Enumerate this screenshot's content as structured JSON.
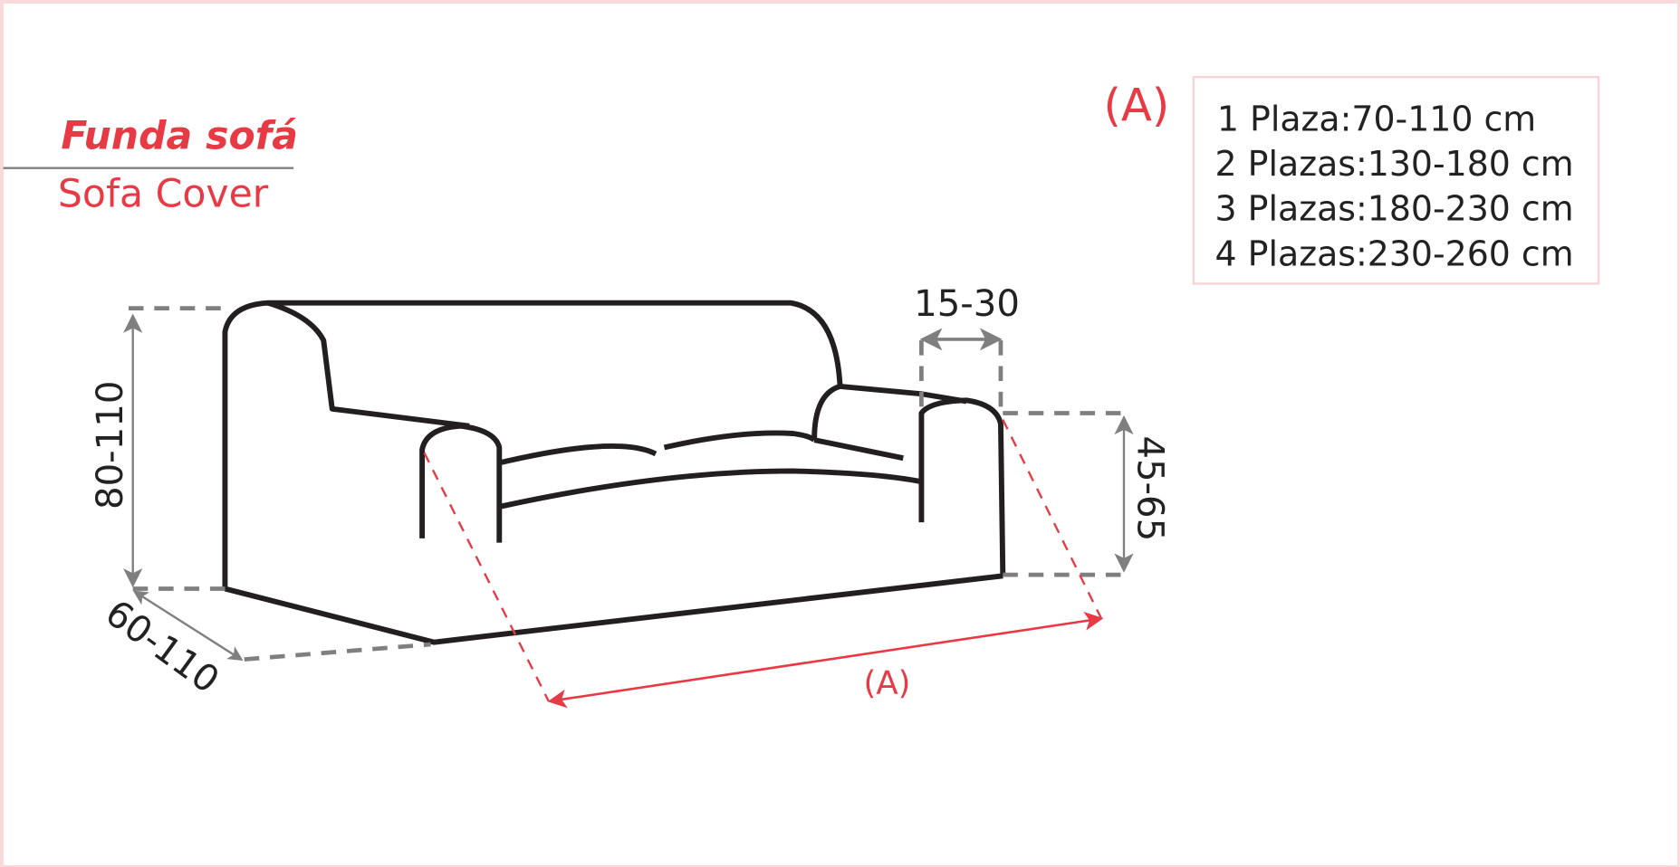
{
  "title": {
    "spanish": "Funda sofá",
    "english": "Sofa Cover"
  },
  "legend": {
    "marker": "(A)",
    "rows": [
      {
        "label": "1 Plaza:",
        "range": "70-110 cm"
      },
      {
        "label": "2 Plazas:",
        "range": "130-180 cm"
      },
      {
        "label": "3 Plazas:",
        "range": "180-230 cm"
      },
      {
        "label": "4 Plazas:",
        "range": "230-260 cm"
      }
    ]
  },
  "dimensions": {
    "height": "80-110",
    "depth": "60-110",
    "arm_width": "15-30",
    "arm_height": "45-65",
    "length": "(A)"
  },
  "colors": {
    "accent_red": "#e83a45",
    "frame_pink": "#f9d9da",
    "outline": "#231f20",
    "dimension_gray": "#7f7f7f"
  }
}
